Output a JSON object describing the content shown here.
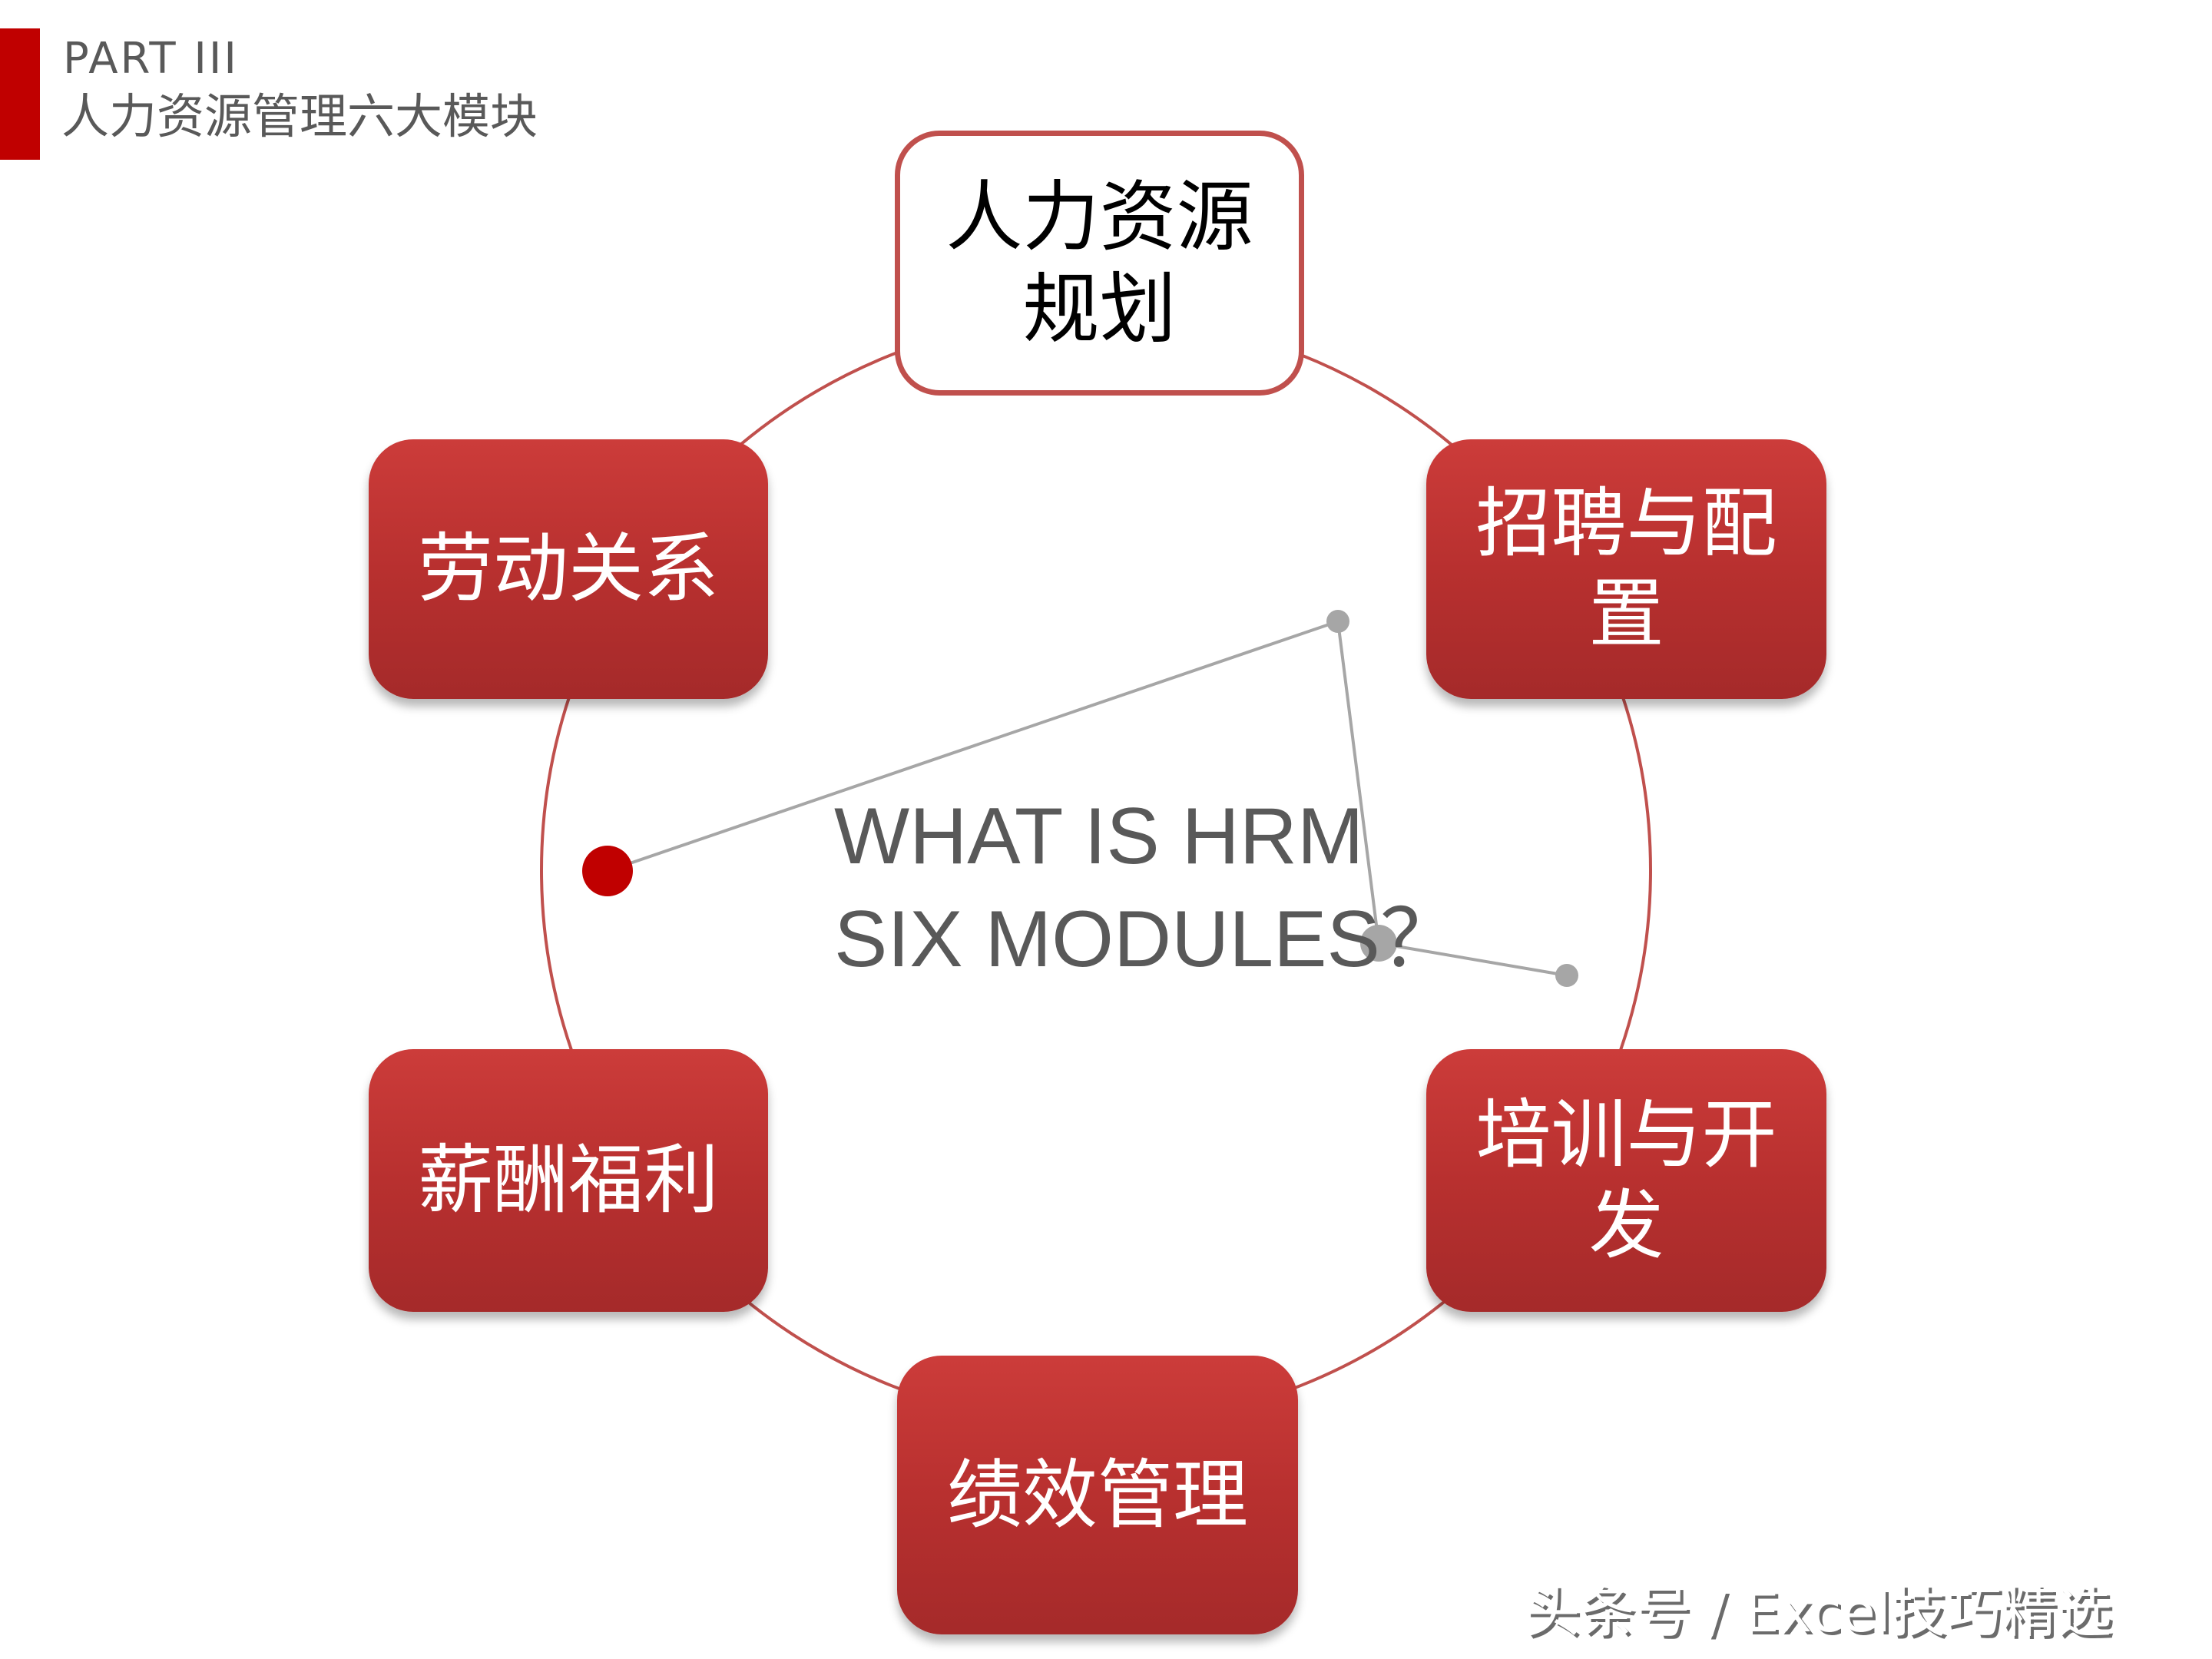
{
  "header": {
    "part_label": "PART III",
    "subtitle": "人力资源管理六大模块",
    "accent_color": "#c00000"
  },
  "diagram": {
    "ring_color": "#c0504d",
    "center_text": {
      "line1": "WHAT IS HRM",
      "line2": "SIX MODULES？"
    },
    "modules": [
      {
        "id": "hr-planning",
        "label": "人力资源规划",
        "style": "outlined",
        "position": "top"
      },
      {
        "id": "recruitment",
        "label": "招聘与配置",
        "style": "filled",
        "position": "upper-right"
      },
      {
        "id": "training",
        "label": "培训与开发",
        "style": "filled",
        "position": "lower-right"
      },
      {
        "id": "performance",
        "label": "绩效管理",
        "style": "filled",
        "position": "bottom"
      },
      {
        "id": "compensation",
        "label": "薪酬福利",
        "style": "filled",
        "position": "lower-left"
      },
      {
        "id": "labor-relations",
        "label": "劳动关系",
        "style": "filled",
        "position": "upper-left"
      }
    ],
    "decor": {
      "accent_dot_color": "#c00000",
      "node_color": "#a6a6a6",
      "line_color": "#a6a6a6"
    }
  },
  "watermark": "头条号 / Excel技巧精选"
}
